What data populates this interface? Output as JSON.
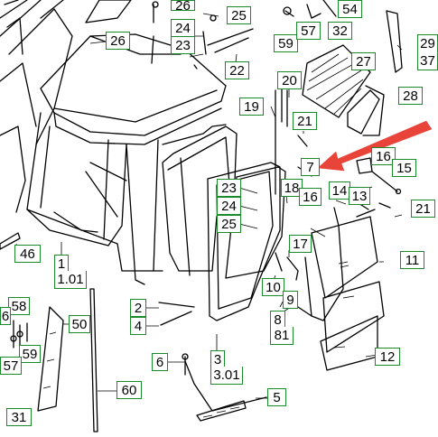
{
  "callouts": [
    "26",
    "24",
    "23",
    "25",
    "22",
    "59",
    "57",
    "54",
    "32",
    "29",
    "37",
    "27",
    "28",
    "20",
    "19",
    "21",
    "7",
    "16",
    "15",
    "18",
    "14",
    "13",
    "23",
    "24",
    "25",
    "21",
    "16",
    "11",
    "17",
    "46",
    "1",
    "1.01",
    "10",
    "9",
    "8",
    "81",
    "58",
    "6",
    "50",
    "59",
    "57",
    "2",
    "4",
    "6",
    "3",
    "3.01",
    "12",
    "5",
    "60",
    "31"
  ],
  "colors": {
    "callout_border": "#1a8a2a",
    "arrow": "#e8443a",
    "ink": "#000000"
  }
}
